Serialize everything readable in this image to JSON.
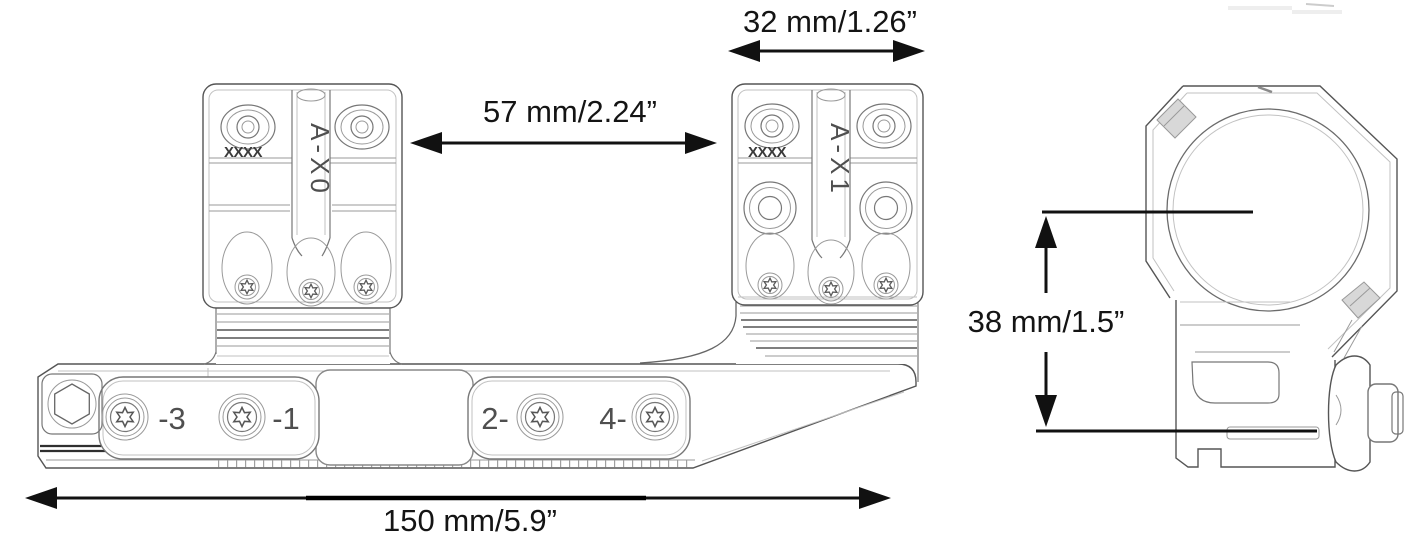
{
  "canvas": {
    "background": "#ffffff",
    "outline_color": "#555555",
    "detail_color": "#9a9a9a",
    "dimension_color": "#111111"
  },
  "dimensions": {
    "ring_cap_width": "32 mm/1.26”",
    "ring_spacing": "57 mm/2.24”",
    "center_height": "38 mm/1.5”",
    "overall_length": "150 mm/5.9”"
  },
  "front_view": {
    "front_ring": {
      "marking": "A-X0",
      "serial_mark": "XXXX"
    },
    "rear_ring": {
      "marking": "A-X1",
      "serial_mark": "XXXX"
    },
    "base_screw_labels": [
      "-3",
      "-1",
      "2-",
      "4-"
    ]
  }
}
